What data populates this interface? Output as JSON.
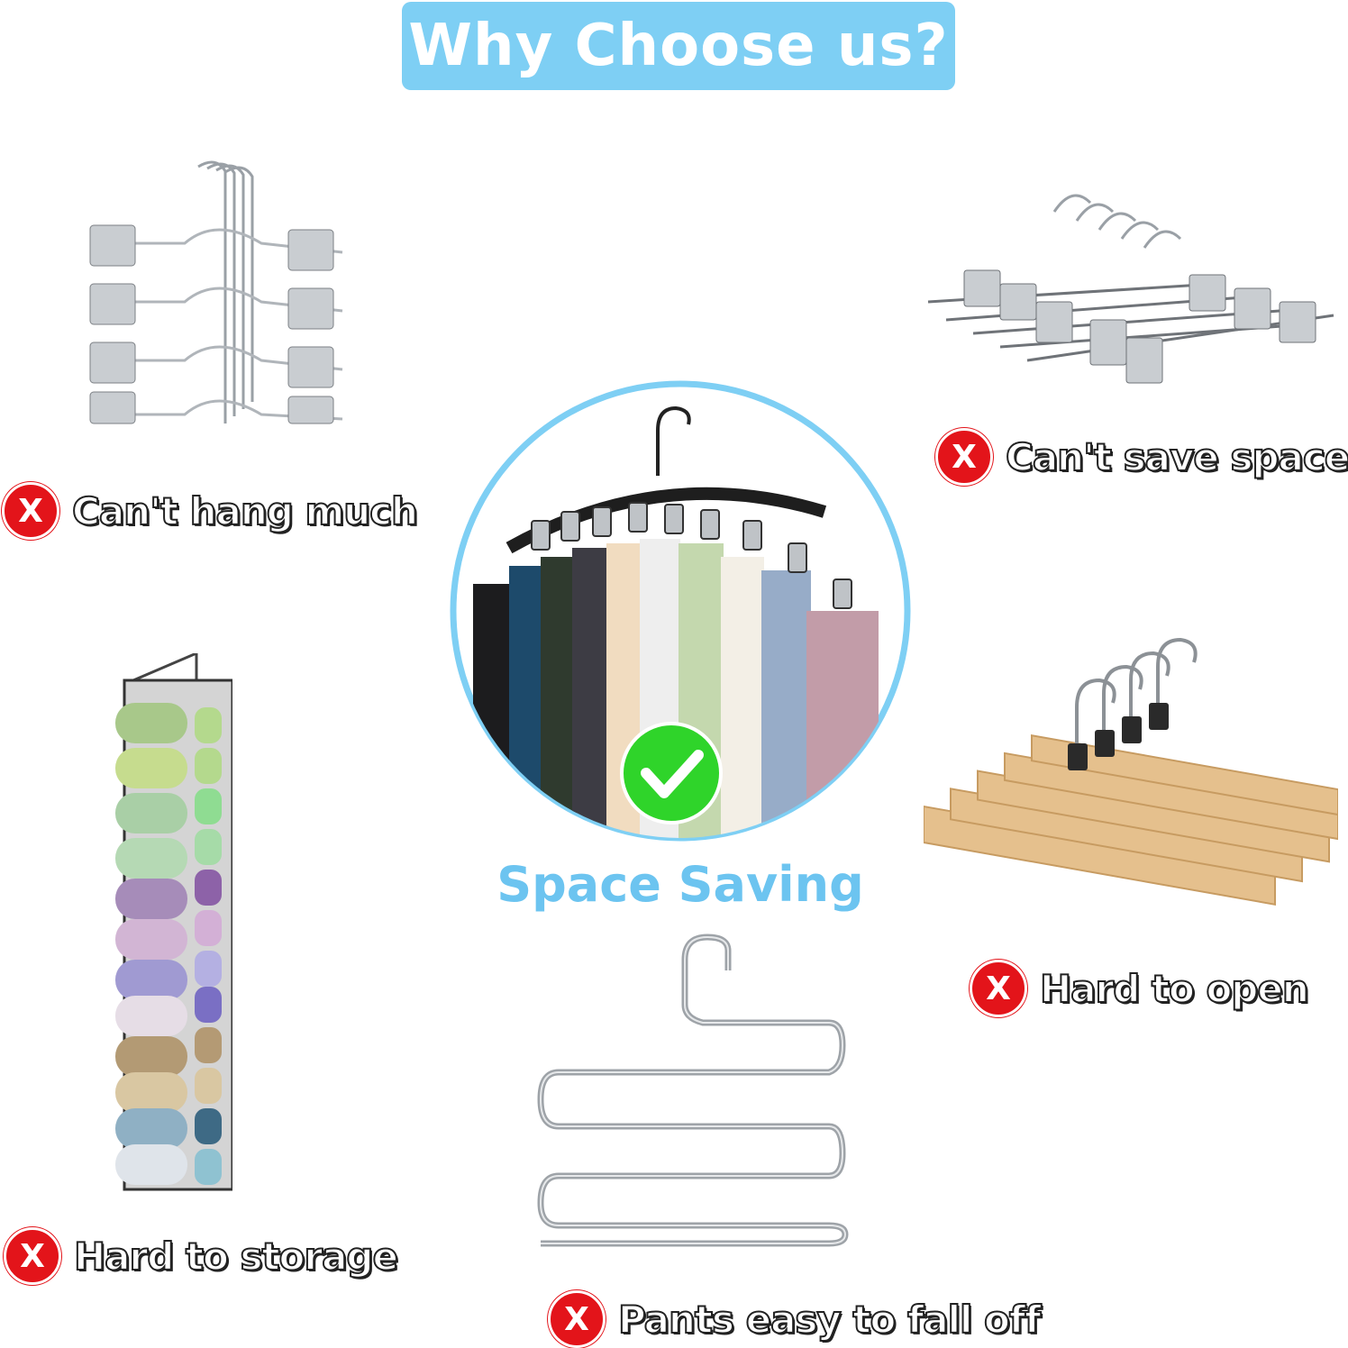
{
  "title": "Why Choose us?",
  "center": {
    "caption": "Space Saving",
    "check_icon": "check-icon"
  },
  "labels": {
    "cant_hang_much": "Can't hang much",
    "cant_save_space": "Can't save space",
    "hard_to_storage": "Hard to storage",
    "hard_to_open": "Hard to open",
    "pants_fall_off": "Pants easy to fall off",
    "x_mark": "X"
  },
  "colors": {
    "title_bg": "#7ecff4",
    "badge_red": "#e3141a",
    "check_green": "#2fd42a",
    "circle_border": "#7ecff4",
    "caption": "#6cc4f0"
  }
}
